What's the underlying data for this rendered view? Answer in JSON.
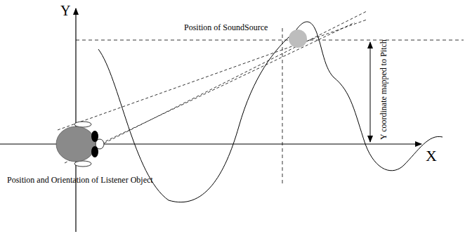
{
  "diagram": {
    "labels": [
      "Y",
      "X",
      "Position of SoundSource",
      "Y coordinate mapped to Pitch",
      "Position and Orientation of Listener Object"
    ]
  }
}
